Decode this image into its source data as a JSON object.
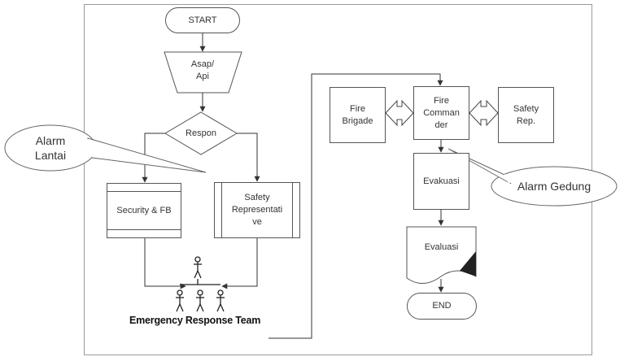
{
  "diagram": {
    "start": "START",
    "asap_line1": "Asap/",
    "asap_line2": "Api",
    "respon": "Respon",
    "security": "Security & FB",
    "safety_rep": [
      "Safety",
      "Representati",
      "ve"
    ],
    "fire_brigade": [
      "Fire",
      "Brigade"
    ],
    "fire_commander": [
      "Fire",
      "Comman",
      "der"
    ],
    "safety_rep_short": [
      "Safety",
      "Rep."
    ],
    "evakuasi": "Evakuasi",
    "evaluasi": "Evaluasi",
    "end": "END",
    "team": "Emergency Response Team",
    "callout_lantai": [
      "Alarm",
      "Lantai"
    ],
    "callout_gedung": "Alarm Gedung"
  }
}
